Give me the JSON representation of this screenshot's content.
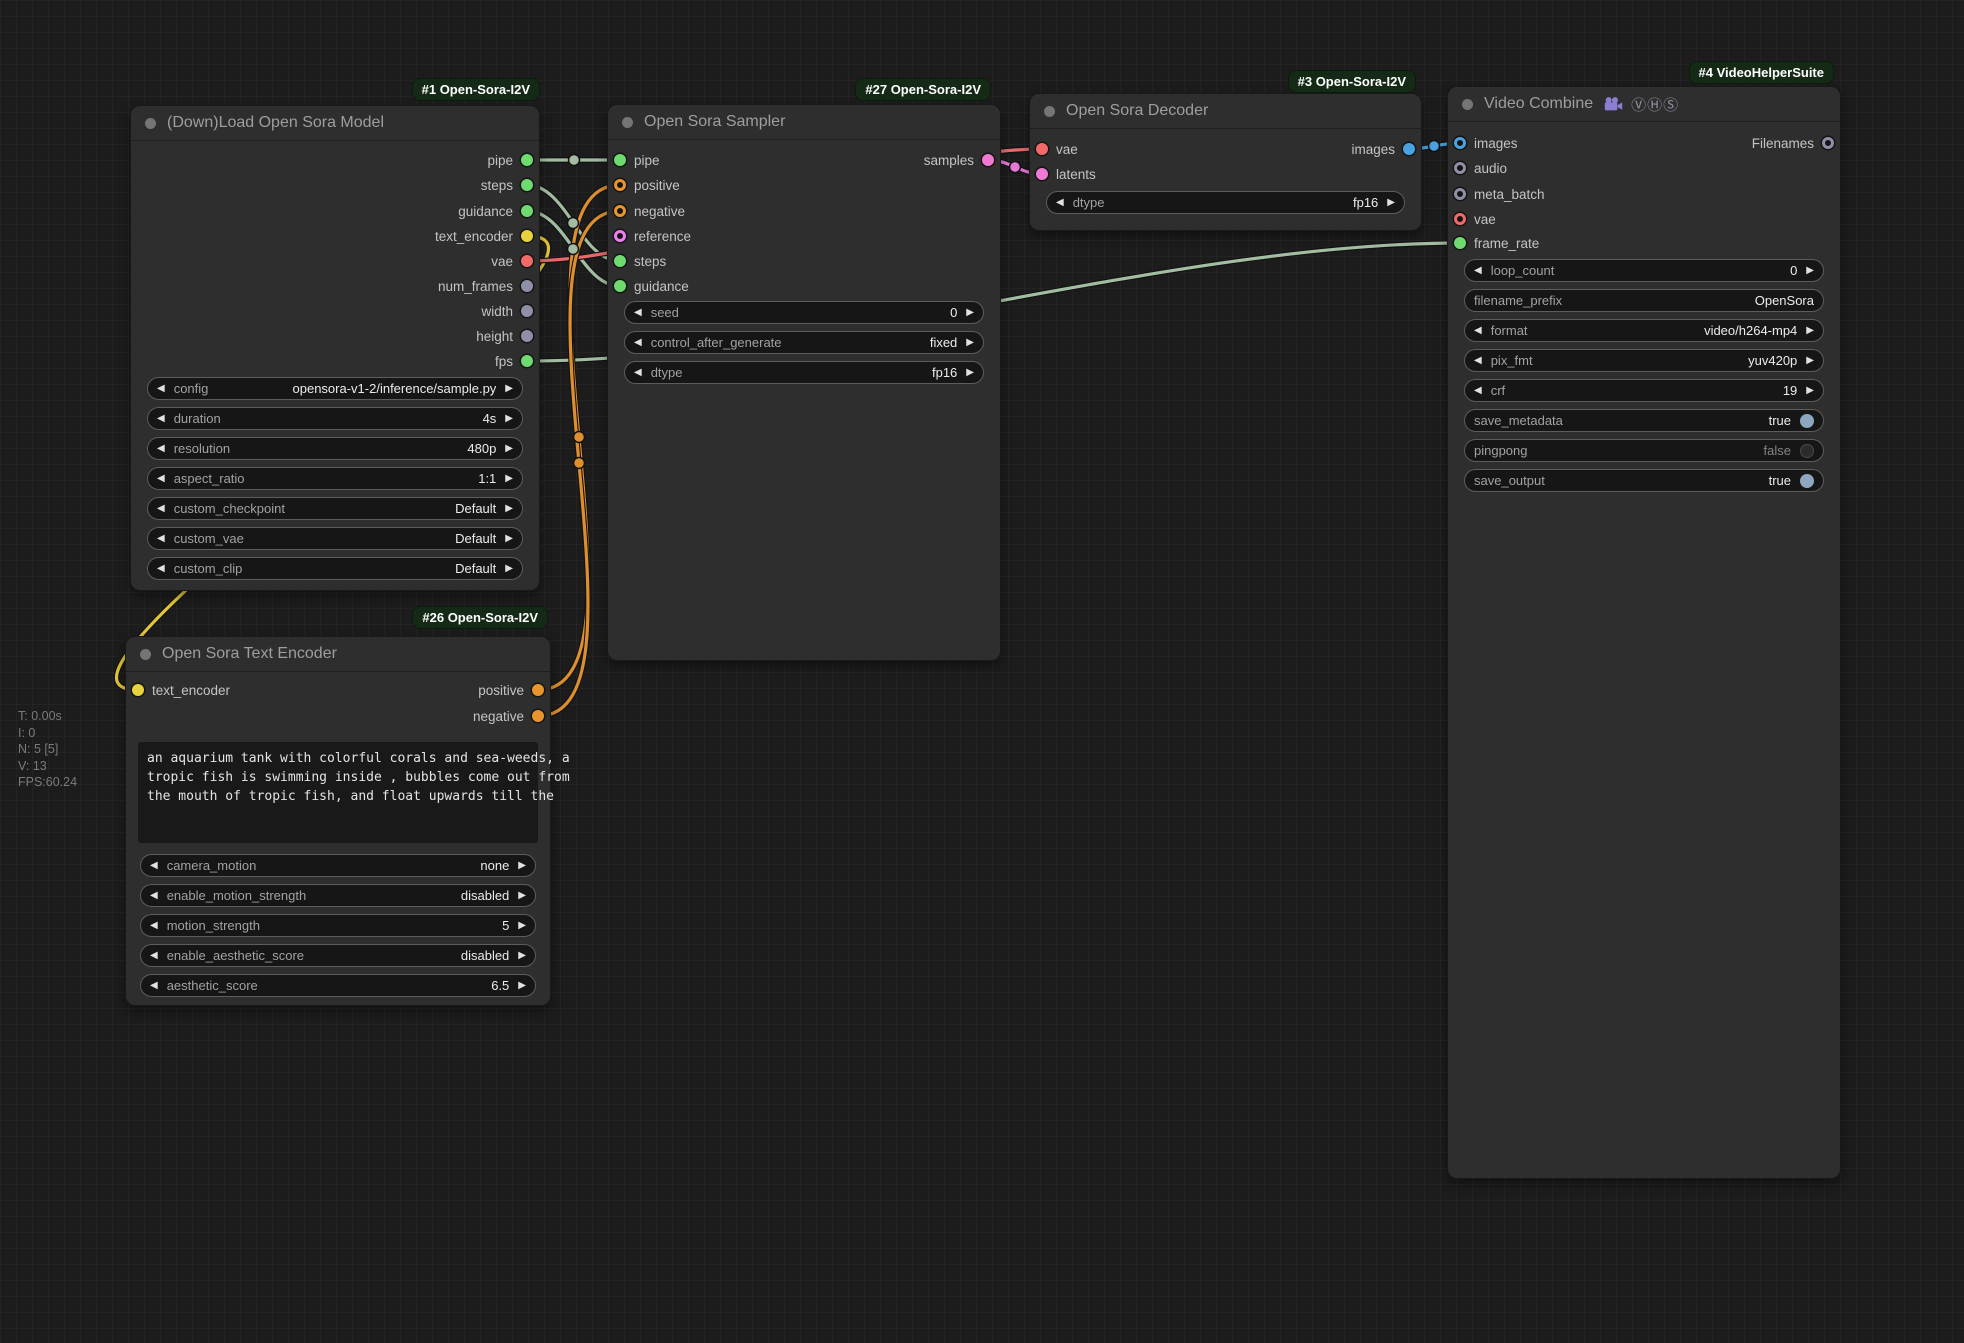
{
  "stats": [
    "T: 0.00s",
    "I: 0",
    "N: 5 [5]",
    "V: 13",
    "FPS:60.24"
  ],
  "colors": {
    "link_pipe": "#a3bda3",
    "link_conditioning": "#dd8e2e",
    "link_text_encoder": "#e3c636",
    "link_vae": "#e66a6a",
    "link_latents": "#e678d8",
    "link_images": "#4aa3e0",
    "slot_green": "#6fdb6f",
    "slot_yellow": "#e8d33f",
    "slot_red": "#f16a6a",
    "slot_gray": "#8f8fa8",
    "slot_orange": "#e8952f",
    "slot_pink": "#ee7ad4",
    "slot_blue": "#4aa3e0",
    "badge_bg": "#142a16",
    "toggle_on": "#8ea6bf"
  },
  "nodes": {
    "load_model": {
      "badge": "#1 Open-Sora-I2V",
      "title": "(Down)Load Open Sora Model",
      "outputs": [
        "pipe",
        "steps",
        "guidance",
        "text_encoder",
        "vae",
        "num_frames",
        "width",
        "height",
        "fps"
      ],
      "widgets": [
        {
          "label": "config",
          "value": "opensora-v1-2/inference/sample.py"
        },
        {
          "label": "duration",
          "value": "4s"
        },
        {
          "label": "resolution",
          "value": "480p"
        },
        {
          "label": "aspect_ratio",
          "value": "1:1"
        },
        {
          "label": "custom_checkpoint",
          "value": "Default"
        },
        {
          "label": "custom_vae",
          "value": "Default"
        },
        {
          "label": "custom_clip",
          "value": "Default"
        }
      ]
    },
    "sampler": {
      "badge": "#27 Open-Sora-I2V",
      "title": "Open Sora Sampler",
      "inputs": [
        "pipe",
        "positive",
        "negative",
        "reference",
        "steps",
        "guidance"
      ],
      "outputs": [
        "samples"
      ],
      "widgets": [
        {
          "label": "seed",
          "value": "0"
        },
        {
          "label": "control_after_generate",
          "value": "fixed"
        },
        {
          "label": "dtype",
          "value": "fp16"
        }
      ]
    },
    "decoder": {
      "badge": "#3 Open-Sora-I2V",
      "title": "Open Sora Decoder",
      "inputs": [
        "vae",
        "latents"
      ],
      "outputs": [
        "images"
      ],
      "widgets": [
        {
          "label": "dtype",
          "value": "fp16"
        }
      ]
    },
    "video_combine": {
      "badge": "#4 VideoHelperSuite",
      "title": "Video Combine",
      "title_suffix": "ⓋⒽⓈ",
      "inputs": [
        "images",
        "audio",
        "meta_batch",
        "vae",
        "frame_rate"
      ],
      "outputs": [
        "Filenames"
      ],
      "widgets": [
        {
          "label": "loop_count",
          "value": "0"
        },
        {
          "label": "filename_prefix",
          "value": "OpenSora"
        },
        {
          "label": "format",
          "value": "video/h264-mp4"
        },
        {
          "label": "pix_fmt",
          "value": "yuv420p"
        },
        {
          "label": "crf",
          "value": "19"
        },
        {
          "label": "save_metadata",
          "value": "true"
        },
        {
          "label": "pingpong",
          "value": "false"
        },
        {
          "label": "save_output",
          "value": "true"
        }
      ]
    },
    "text_encoder": {
      "badge": "#26 Open-Sora-I2V",
      "title": "Open Sora Text Encoder",
      "inputs": [
        "text_encoder"
      ],
      "outputs": [
        "positive",
        "negative"
      ],
      "prompt_lines": [
        "an aquarium tank with colorful corals and sea-weeds, a",
        "tropic fish is swimming inside , bubbles come out from",
        "the mouth of tropic fish, and float upwards till the"
      ],
      "widgets": [
        {
          "label": "camera_motion",
          "value": "none"
        },
        {
          "label": "enable_motion_strength",
          "value": "disabled"
        },
        {
          "label": "motion_strength",
          "value": "5"
        },
        {
          "label": "enable_aesthetic_score",
          "value": "disabled"
        },
        {
          "label": "aesthetic_score",
          "value": "6.5"
        }
      ]
    }
  }
}
